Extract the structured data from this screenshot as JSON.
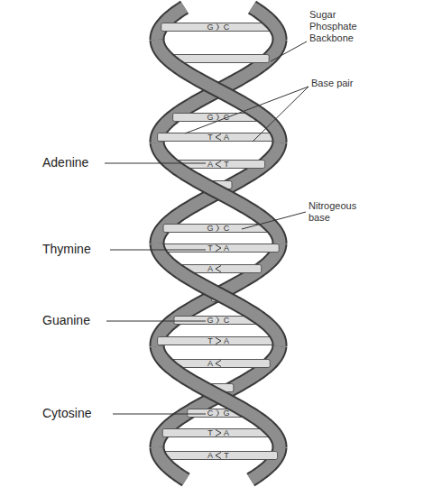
{
  "diagram": {
    "labels": [
      "G",
      "C",
      "Sugar Phosphate Backbone",
      "Base pair",
      "G",
      "C",
      "T",
      "A",
      "Adenine",
      "A",
      "T",
      "Nitrogeous base",
      "G",
      "C",
      "Thymine",
      "T",
      "A",
      "A",
      "Guanine",
      "G",
      "C",
      "T",
      "A",
      "A",
      "Cytosine",
      "C",
      "G",
      "T",
      "A",
      "A",
      "T"
    ]
  }
}
